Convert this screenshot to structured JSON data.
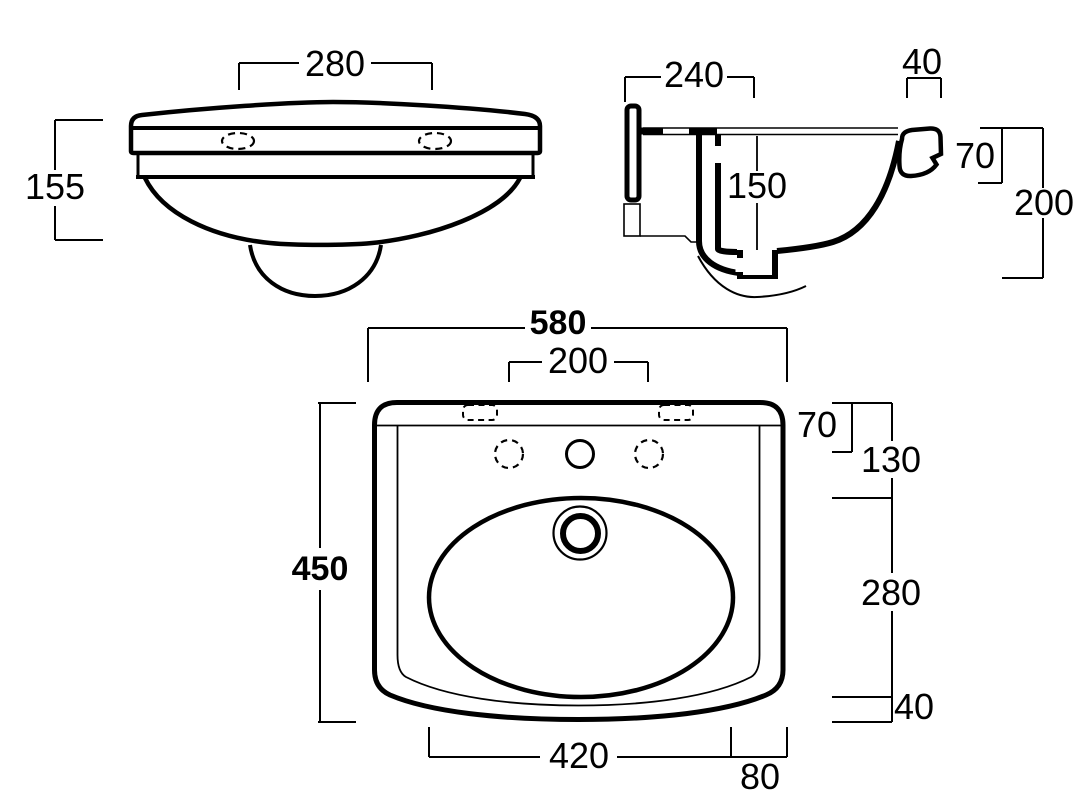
{
  "drawing": {
    "subject": "Wall-hung washbasin technical drawing, three orthographic views",
    "units": "mm",
    "background": "#ffffff",
    "line_color": "#000000",
    "views": {
      "front": {
        "label": "front-elevation",
        "dims": {
          "fixing_hole_spacing": "280",
          "overall_height": "155"
        }
      },
      "side": {
        "label": "side-section",
        "dims": {
          "wall_to_drain": "240",
          "rim_depth": "40",
          "bowl_depth": "150",
          "rim_front_height": "70",
          "front_overall_height": "200"
        }
      },
      "plan": {
        "label": "plan-view",
        "dims": {
          "overall_width": "580",
          "tap_hole_spacing": "200",
          "edge_to_tap_line": "70",
          "edge_to_bowl": "130",
          "bowl_length": "280",
          "bowl_to_front": "40",
          "overall_depth": "450",
          "bowl_width": "420",
          "front_corner": "80"
        }
      }
    }
  }
}
